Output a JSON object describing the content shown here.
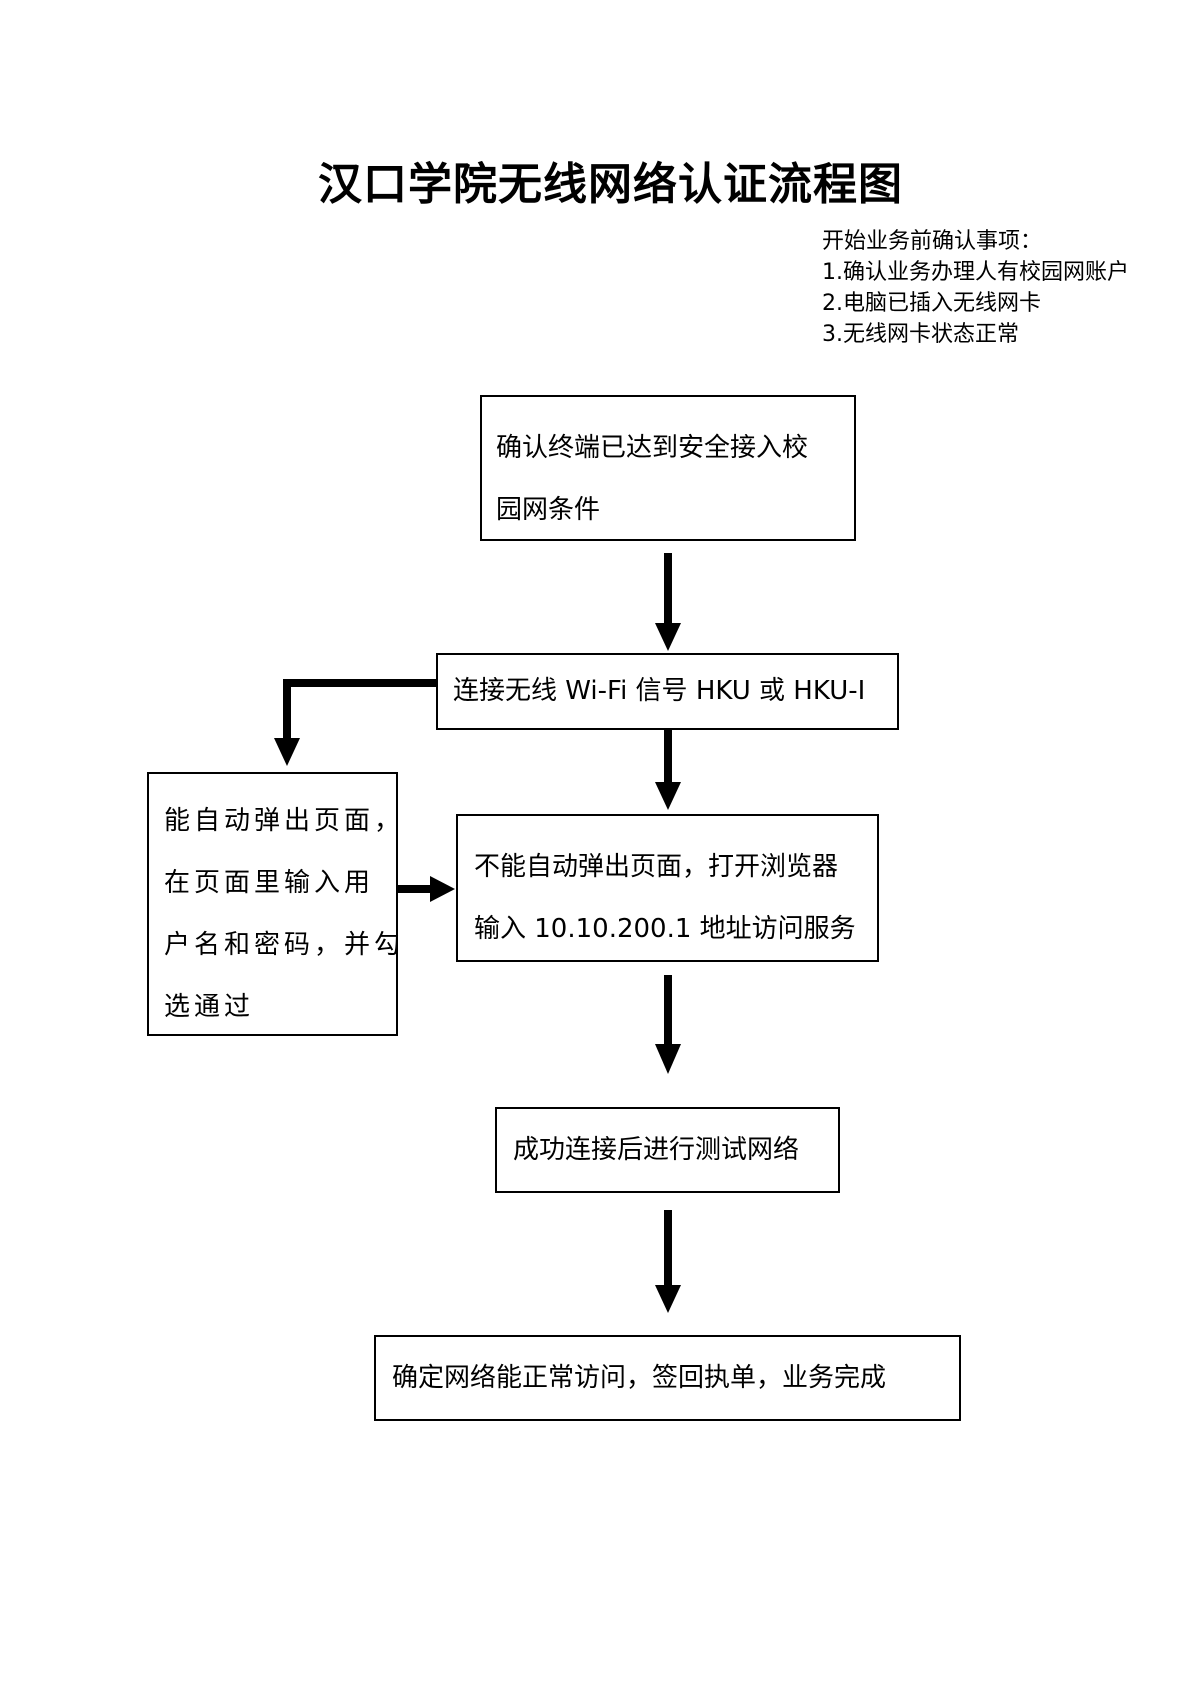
{
  "title": "汉口学院无线网络认证流程图",
  "notes": [
    "开始业务前确认事项：",
    "1.确认业务办理人有校园网账户",
    "2.电脑已插入无线网卡",
    "3.无线网卡状态正常"
  ],
  "steps": {
    "confirm_terminal": {
      "lines": [
        "确认终端已达到安全接入校",
        "园网条件"
      ]
    },
    "connect_wifi": {
      "lines": [
        "连接无线 Wi-Fi 信号 HKU 或 HKU-I"
      ]
    },
    "auto_popup": {
      "lines": [
        "能自动弹出页面，",
        "在页面里输入用",
        "户名和密码，并勾",
        "选通过"
      ]
    },
    "manual_browser": {
      "lines": [
        "不能自动弹出页面，打开浏览器",
        "输入 10.10.200.1 地址访问服务"
      ]
    },
    "test_network": {
      "lines": [
        "成功连接后进行测试网络"
      ]
    },
    "finish": {
      "lines": [
        "确定网络能正常访问，签回执单，业务完成"
      ]
    }
  },
  "colors": {
    "line": "#000000",
    "background": "#ffffff"
  }
}
